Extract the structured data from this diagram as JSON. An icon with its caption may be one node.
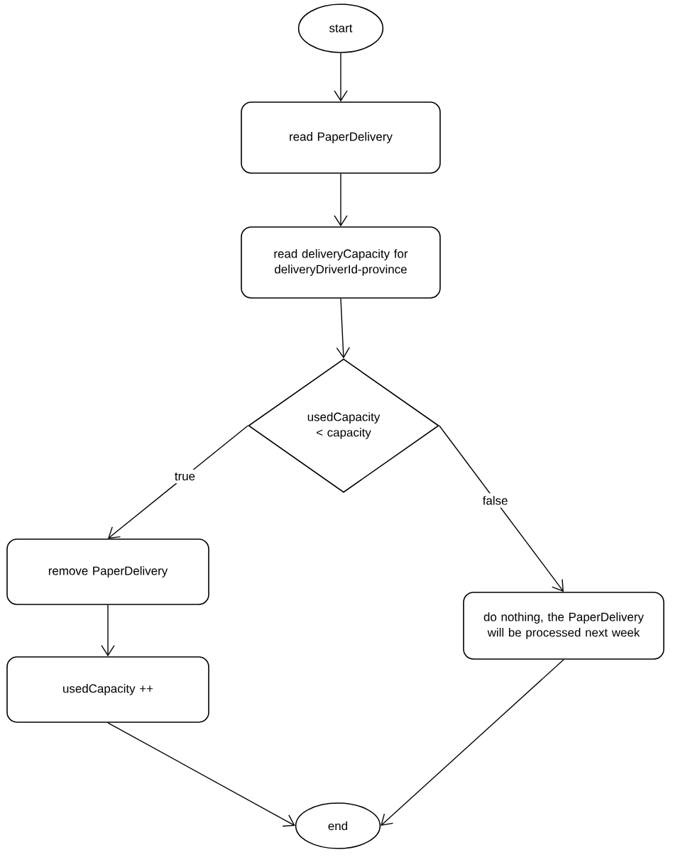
{
  "diagram": {
    "nodes": [
      {
        "text": [
          "start"
        ]
      },
      {
        "text": [
          "read PaperDelivery"
        ]
      },
      {
        "text": [
          "read deliveryCapacity for deliveryDriverId-province"
        ]
      },
      {
        "text": [
          "usedCapacity < capacity"
        ]
      },
      {
        "text": [
          "remove PaperDelivery"
        ]
      },
      {
        "text": [
          "usedCapacity ++"
        ]
      },
      {
        "text": [
          "do nothing, the PaperDelivery will be processed next week"
        ]
      },
      {
        "text": [
          "end"
        ]
      }
    ],
    "edges": [
      {
        "from": 0,
        "to": 1,
        "arrow": "to"
      },
      {
        "from": 1,
        "to": 2,
        "arrow": "to"
      },
      {
        "from": 2,
        "to": 3,
        "arrow": "to"
      },
      {
        "from": 3,
        "to": 4,
        "arrow": "to",
        "label": "true"
      },
      {
        "from": 3,
        "to": 6,
        "arrow": "to",
        "label": "false"
      },
      {
        "from": 4,
        "to": 5,
        "arrow": "to"
      },
      {
        "from": 5,
        "to": 7,
        "arrow": "to"
      },
      {
        "from": 6,
        "to": 7,
        "arrow": "to"
      }
    ]
  }
}
